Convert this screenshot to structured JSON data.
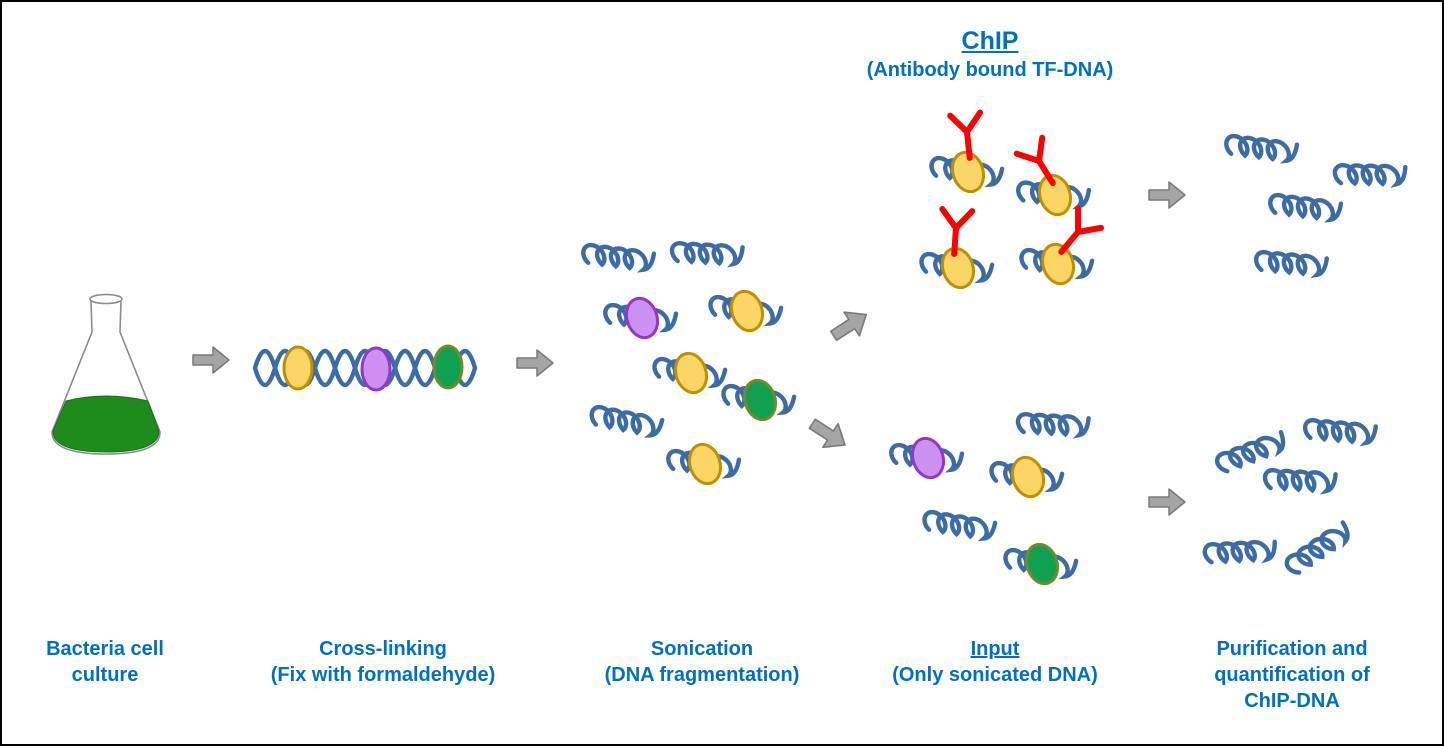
{
  "branches": {
    "chip": {
      "heading": "ChIP",
      "subheading": "(Antibody bound TF-DNA)"
    }
  },
  "steps": [
    {
      "lines": [
        "Bacteria cell",
        "culture"
      ]
    },
    {
      "lines": [
        "Cross-linking",
        "(Fix with formaldehyde)"
      ]
    },
    {
      "lines": [
        "Sonication",
        "(DNA fragmentation)"
      ]
    },
    {
      "lines": [
        "Input",
        "(Only sonicated DNA)"
      ]
    },
    {
      "lines": [
        "Purification and",
        "quantification of",
        "ChIP-DNA"
      ]
    }
  ],
  "icons": {
    "flask": "erlenmeyer-flask-icon",
    "arrow": "block-arrow-icon",
    "dna_fragment": "dna-coil-icon",
    "dna_helix": "dna-double-helix-icon",
    "protein": "transcription-factor-oval-icon",
    "antibody": "antibody-y-icon"
  },
  "colors": {
    "label_text": "#0070C0",
    "dna_blue": "#3C6CA6",
    "tf_yellow_fill": "#FBD566",
    "tf_yellow_stroke": "#BF9000",
    "tf_purple_fill": "#CC90F0",
    "tf_purple_stroke": "#9436C8",
    "tf_green_fill": "#10A150",
    "tf_green_stroke": "#6E8C28",
    "antibody_red": "#FF0000",
    "arrow_fill": "#A5A5A5",
    "arrow_stroke": "#7A7A7A",
    "flask_liquid_green": "#1D8C1D",
    "flask_outline": "#8C8C8C",
    "frame_border": "#000000"
  }
}
